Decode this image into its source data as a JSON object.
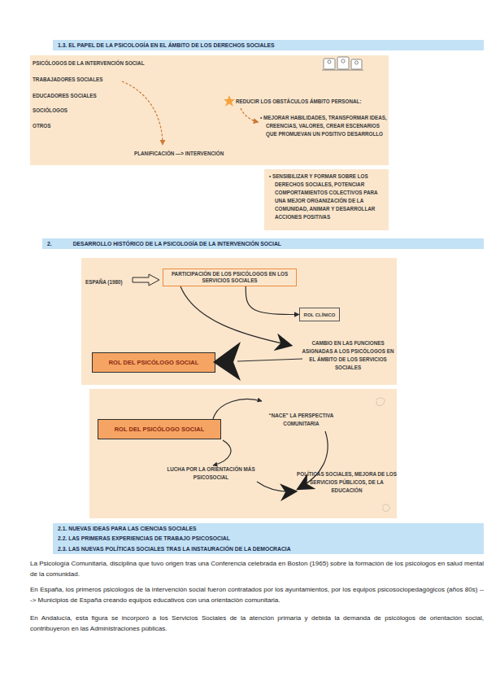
{
  "diagram": {
    "nodes": [
      {
        "text": [
          "1.3. EL PAPEL DE LA PSICOLOGÍA EN EL ÁMBITO DE LOS DERECHOS SOCIALES"
        ]
      },
      {
        "text": [
          "PSICÓLOGOS DE LA INTERVENCIÓN SOCIAL",
          "TRABAJADORES SOCIALES",
          "EDUCADORES SOCIALES",
          "SOCIÓLOGOS",
          "OTROS",
          "REDUCIR LOS OBSTÁCULOS ÁMBITO PERSONAL:",
          "• MEJORAR HABILIDADES, TRANSFORMAR IDEAS, CREENCIAS, VALORES, CREAR ESCENARIOS QUE PROMUEVAN UN POSITIVO DESARROLLO",
          "PLANIFICACIÓN —> INTERVENCIÓN"
        ]
      },
      {
        "text": [
          "• SENSIBILIZAR Y FORMAR SOBRE LOS DERECHOS SOCIALES, POTENCIAR COMPORTAMIENTOS COLECTIVOS PARA UNA MEJOR ORGANIZACIÓN DE LA COMUNIDAD, ANIMAR Y DESARROLLAR ACCIONES POSITIVAS"
        ]
      },
      {
        "text": [
          "2.",
          "DESARROLLO HISTÓRICO DE LA PSICOLOGÍA DE LA INTERVENCIÓN SOCIAL"
        ]
      },
      {
        "text": [
          "ESPAÑA (1980)",
          "CAMBIO EN LAS FUNCIONES ASIGNADAS A LOS PSICÓLOGOS EN EL ÁMBITO DE LOS SERVICIOS SOCIALES"
        ]
      },
      {
        "text": [
          "PARTICIPACIÓN DE LOS PSICÓLOGOS EN LOS SERVICIOS SOCIALES"
        ],
        "in": 4
      },
      {
        "text": [
          "ROL CLÍNICO"
        ],
        "in": 4
      },
      {
        "text": [
          "ROL DEL PSICÓLOGO SOCIAL"
        ],
        "in": 4
      },
      {
        "text": [
          "“NACE” LA PERSPECTIVA COMUNITARIA",
          "LUCHA POR LA ORIENTACIÓN MÁS PSICOSOCIAL",
          "POLÍTICAS SOCIALES, MEJORA DE LOS SERVICIOS PÚBLICOS, DE LA EDUCACIÓN"
        ]
      },
      {
        "text": [
          "ROL DEL PSICÓLOGO SOCIAL"
        ],
        "in": 8
      },
      {
        "text": [
          "2.1. NUEVAS IDEAS PARA LAS CIENCIAS SOCIALES"
        ]
      },
      {
        "text": [
          "2.2. LAS PRIMERAS EXPERIENCIAS DE TRABAJO PSICOSOCIAL"
        ]
      },
      {
        "text": [
          "2.3. LAS NUEVAS POLÍTICAS SOCIALES TRAS LA INSTAURACIÓN DE LA DEMOCRACIA"
        ]
      }
    ],
    "edges": [
      {
        "from": 5,
        "to": 6,
        "arrow": "to"
      }
    ],
    "labels": [
      "La Psicología Comunitaria, disciplina que tuvo origen tras una Conferencia celebrada en Boston (1965) sobre la formación de los psicólogos en salud mental de la comunidad.",
      "En España, los primeros psicólogos de la intervención social fueron contratados por los ayuntamientos, por los equipos psicosociopedagógicos (años 80s) ---> Municipios de España creando equipos educativos con una orientación comunitaria.",
      "En Andalucía, esta figura se incorporó a los Servicios Sociales de la atención primaria y debida la demanda de psicólogos de orientación social, contribuyeron en las Administraciones públicas."
    ]
  }
}
